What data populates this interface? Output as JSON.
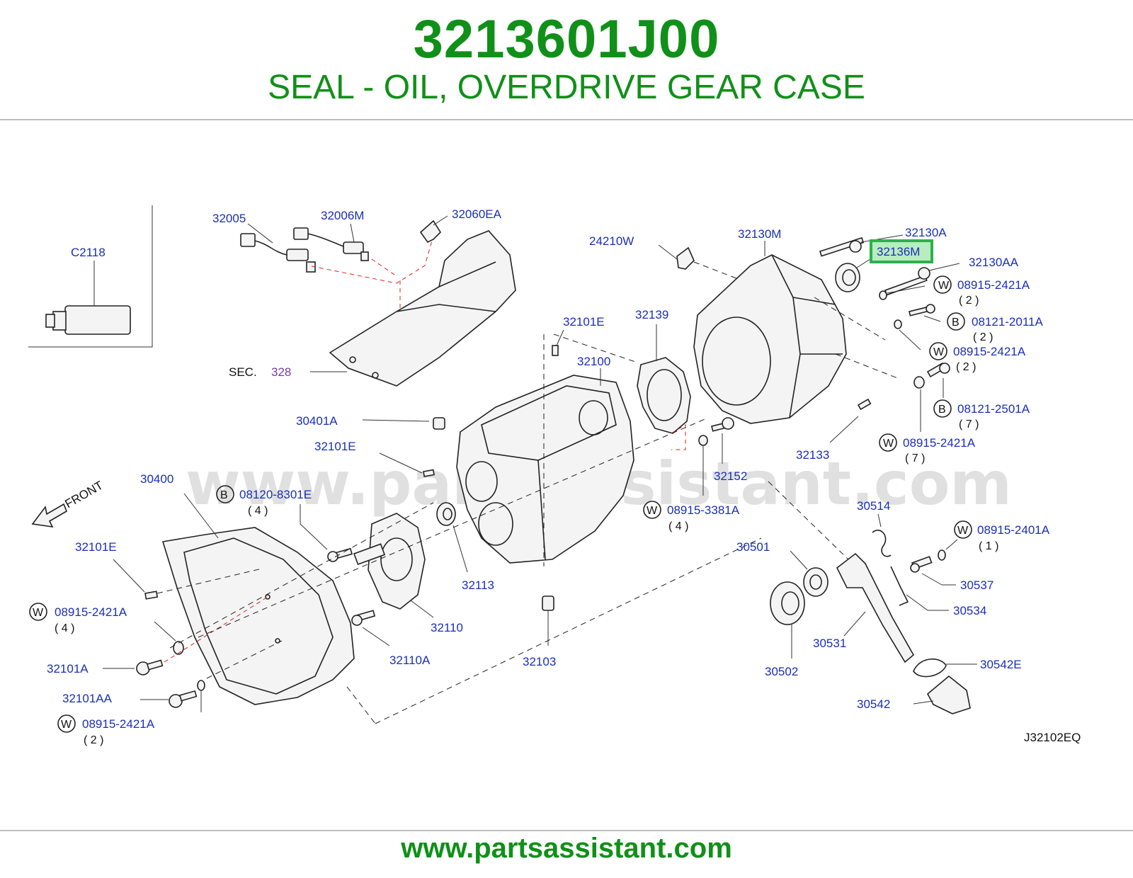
{
  "header": {
    "part_number": "3213601J00",
    "description": "SEAL - OIL, OVERDRIVE GEAR CASE"
  },
  "footer": {
    "website": "www.partsassistant.com"
  },
  "diagram": {
    "watermark": "www.partsassistant.com",
    "code": "J32102EQ",
    "highlight_color": "#2bb24c",
    "title_color": "#109018",
    "label_color": "#1a2fb8",
    "front_label": "FRONT",
    "sec_prefix": "SEC.",
    "sec_number": "328",
    "highlighted_part": "32136M",
    "labels": {
      "c2118": "C2118",
      "p32005": "32005",
      "p32006m": "32006M",
      "p32060ea": "32060EA",
      "p24210w": "24210W",
      "p32130m": "32130M",
      "p32130a": "32130A",
      "p32130aa": "32130AA",
      "p32101e_a": "32101E",
      "p32139": "32139",
      "p32100": "32100",
      "p30401a": "30401A",
      "p32101e_b": "32101E",
      "p30400": "30400",
      "p32101e_c": "32101E",
      "p32113": "32113",
      "p32110": "32110",
      "p32110a": "32110A",
      "p32103": "32103",
      "p32152": "32152",
      "p32133": "32133",
      "p32101a": "32101A",
      "p32101aa": "32101AA",
      "p30514": "30514",
      "p30501": "30501",
      "p30537": "30537",
      "p30534": "30534",
      "p30531": "30531",
      "p30502": "30502",
      "p30542e": "30542E",
      "p30542": "30542"
    },
    "fasteners": [
      {
        "prefix": "W",
        "part": "08915-2421A",
        "qty": "( 2 )"
      },
      {
        "prefix": "B",
        "part": "08121-2011A",
        "qty": "( 2 )"
      },
      {
        "prefix": "W",
        "part": "08915-2421A",
        "qty": "( 2 )"
      },
      {
        "prefix": "B",
        "part": "08121-2501A",
        "qty": "( 7 )"
      },
      {
        "prefix": "W",
        "part": "08915-2421A",
        "qty": "( 7 )"
      },
      {
        "prefix": "B",
        "part": "08120-8301E",
        "qty": "( 4 )"
      },
      {
        "prefix": "W",
        "part": "08915-3381A",
        "qty": "( 4 )"
      },
      {
        "prefix": "W",
        "part": "08915-2401A",
        "qty": "( 1 )"
      },
      {
        "prefix": "W",
        "part": "08915-2421A",
        "qty": "( 4 )"
      },
      {
        "prefix": "W",
        "part": "08915-2421A",
        "qty": "( 2 )"
      }
    ]
  }
}
